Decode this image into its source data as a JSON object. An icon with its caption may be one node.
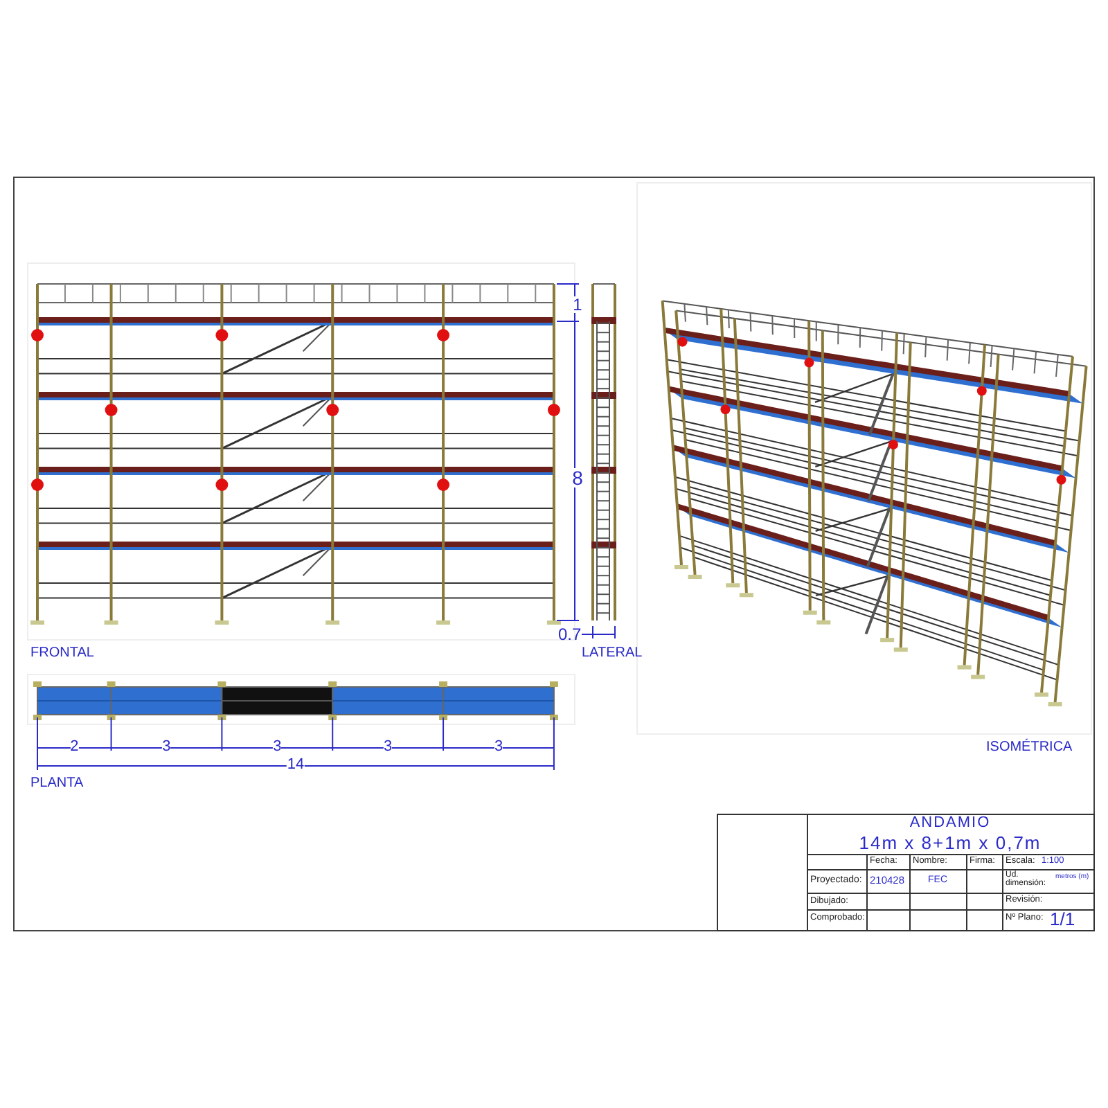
{
  "diagram": {
    "labels": [
      "1",
      "8",
      "0.7",
      "FRONTAL",
      "LATERAL",
      "2",
      "3",
      "3",
      "3",
      "3",
      "14",
      "PLANTA",
      "ISOMÉTRICA",
      "ANDAMIO",
      "14m x 8+1m x 0,7m",
      "Fecha:",
      "Nombre:",
      "Firma:",
      "Escala:",
      "1:100",
      "Proyectado:",
      "210428",
      "FEC",
      "Ud. dimensión:",
      "metros (m)",
      "Dibujado:",
      "Revisión:",
      "Comprobado:",
      "Nº Plano:",
      "1/1"
    ]
  }
}
